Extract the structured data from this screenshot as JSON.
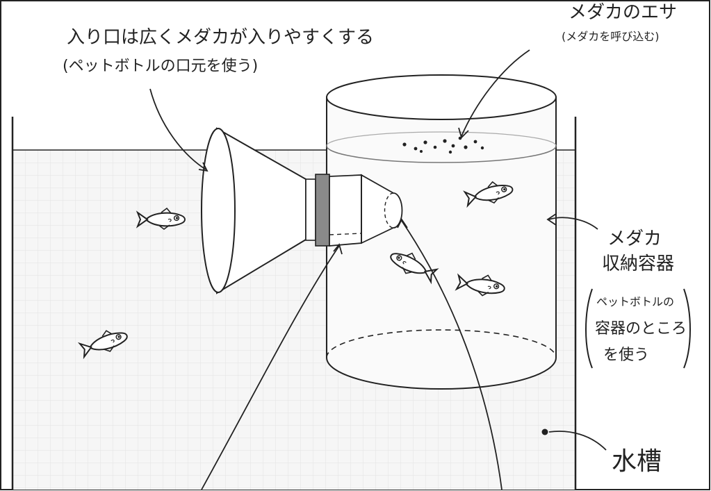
{
  "labels": {
    "entrance_line1": "入り口は広くメダカが入りやすくする",
    "entrance_line2": "(ペットボトルの口元を使う)",
    "food_line1": "メダカのエサ",
    "food_line2": "(メダカを呼び込む)",
    "container_line1": "メダカ",
    "container_line2": "収納容器",
    "container_note_line1": "ペットボトルの",
    "container_note_line2": "容器のところ",
    "container_note_line3": "を使う",
    "tank": "水槽"
  },
  "colors": {
    "ink": "#222222",
    "water_fill": "#f4f4f4",
    "grid": "#e3e3e3",
    "cap_band": "#8a8a8a",
    "fish_body": "#ffffff"
  },
  "icons": {
    "fish": "medaka-fish-sketch",
    "food": "food-pellet-dots"
  }
}
